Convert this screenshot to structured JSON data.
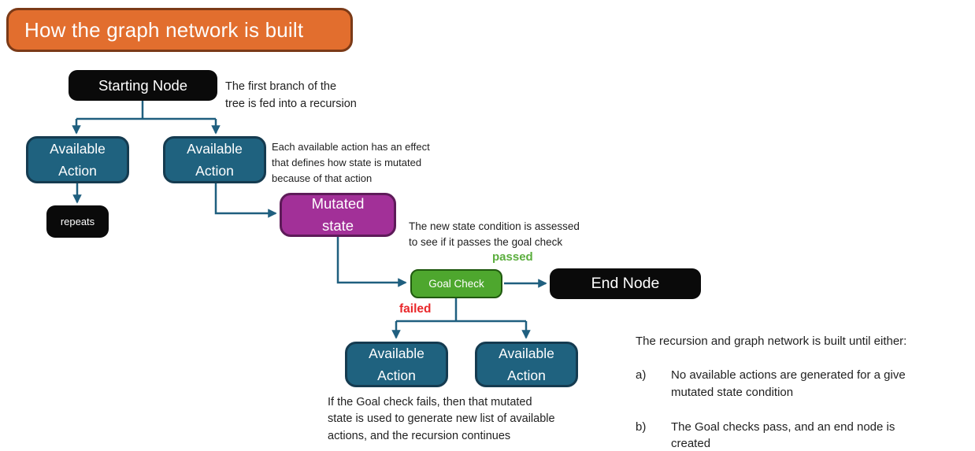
{
  "title": {
    "label": "How the graph network is built"
  },
  "nodes": {
    "starting": {
      "label": "Starting Node"
    },
    "available_action": {
      "label": "Available\nAction"
    },
    "repeats": {
      "label": "repeats"
    },
    "mutated_state": {
      "label": "Mutated\nstate"
    },
    "goal_check": {
      "label": "Goal Check"
    },
    "end": {
      "label": "End Node"
    }
  },
  "edge_labels": {
    "passed": "passed",
    "failed": "failed"
  },
  "notes": {
    "first_branch": "The first branch of the\ntree is fed into a recursion",
    "action_effect": "Each available action has an effect\nthat defines how state is mutated\nbecause of that action",
    "state_assessed": "The new state condition is assessed\nto see if it passes the goal check",
    "goal_fails": "If the Goal check fails, then that mutated\nstate is used to generate new list of available\nactions, and the recursion continues",
    "built_until": {
      "intro": "The recursion and graph network is built until either:",
      "items": [
        {
          "marker": "a)",
          "text": "No available actions are generated for a give\nmutated state condition"
        },
        {
          "marker": "b)",
          "text": "The Goal checks pass, and an end node is\ncreated"
        }
      ]
    }
  },
  "colors": {
    "title_fill": "#E26E2E",
    "title_border": "#7B3A17",
    "black_node": "#0A0A0A",
    "teal_fill": "#1F627F",
    "teal_border": "#153B50",
    "purple_fill": "#A23098",
    "purple_border": "#5E1B59",
    "green_fill": "#4EA72E",
    "green_border": "#20590F",
    "connector": "#1F5F7F",
    "passed_text": "#5BAE3E",
    "failed_text": "#E9282B"
  }
}
